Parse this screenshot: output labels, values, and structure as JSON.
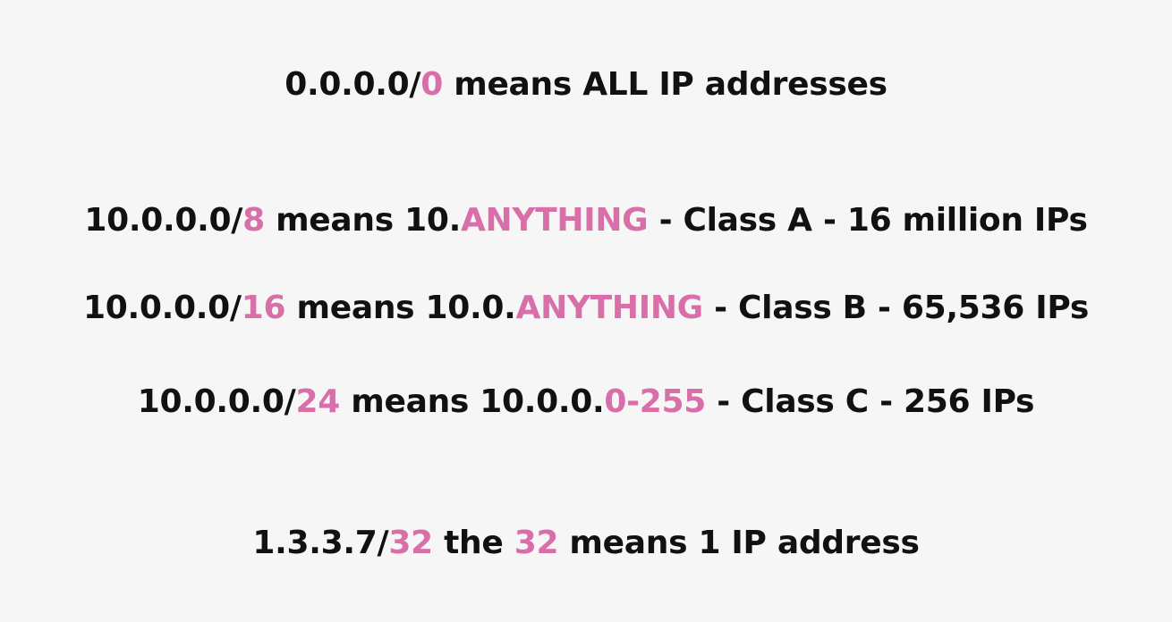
{
  "colors": {
    "background": "#f6f6f6",
    "text": "#111111",
    "highlight": "#d86fa8"
  },
  "lines": [
    {
      "parts": [
        {
          "text": "0.0.0.0/",
          "hl": false
        },
        {
          "text": "0",
          "hl": true
        },
        {
          "text": " means ALL IP addresses",
          "hl": false
        }
      ]
    },
    {
      "parts": [
        {
          "text": "10.0.0.0/",
          "hl": false
        },
        {
          "text": "8",
          "hl": true
        },
        {
          "text": " means 10.",
          "hl": false
        },
        {
          "text": "ANYTHING",
          "hl": true
        },
        {
          "text": " - Class A - 16 million IPs",
          "hl": false
        }
      ]
    },
    {
      "parts": [
        {
          "text": "10.0.0.0/",
          "hl": false
        },
        {
          "text": "16",
          "hl": true
        },
        {
          "text": " means 10.0.",
          "hl": false
        },
        {
          "text": "ANYTHING",
          "hl": true
        },
        {
          "text": " - Class B - 65,536 IPs",
          "hl": false
        }
      ]
    },
    {
      "parts": [
        {
          "text": "10.0.0.0/",
          "hl": false
        },
        {
          "text": "24",
          "hl": true
        },
        {
          "text": " means 10.0.0.",
          "hl": false
        },
        {
          "text": "0-255",
          "hl": true
        },
        {
          "text": " - Class C - 256 IPs",
          "hl": false
        }
      ]
    },
    {
      "parts": [
        {
          "text": "1.3.3.7/",
          "hl": false
        },
        {
          "text": "32",
          "hl": true
        },
        {
          "text": " the ",
          "hl": false
        },
        {
          "text": "32",
          "hl": true
        },
        {
          "text": " means 1 IP address",
          "hl": false
        }
      ]
    }
  ]
}
